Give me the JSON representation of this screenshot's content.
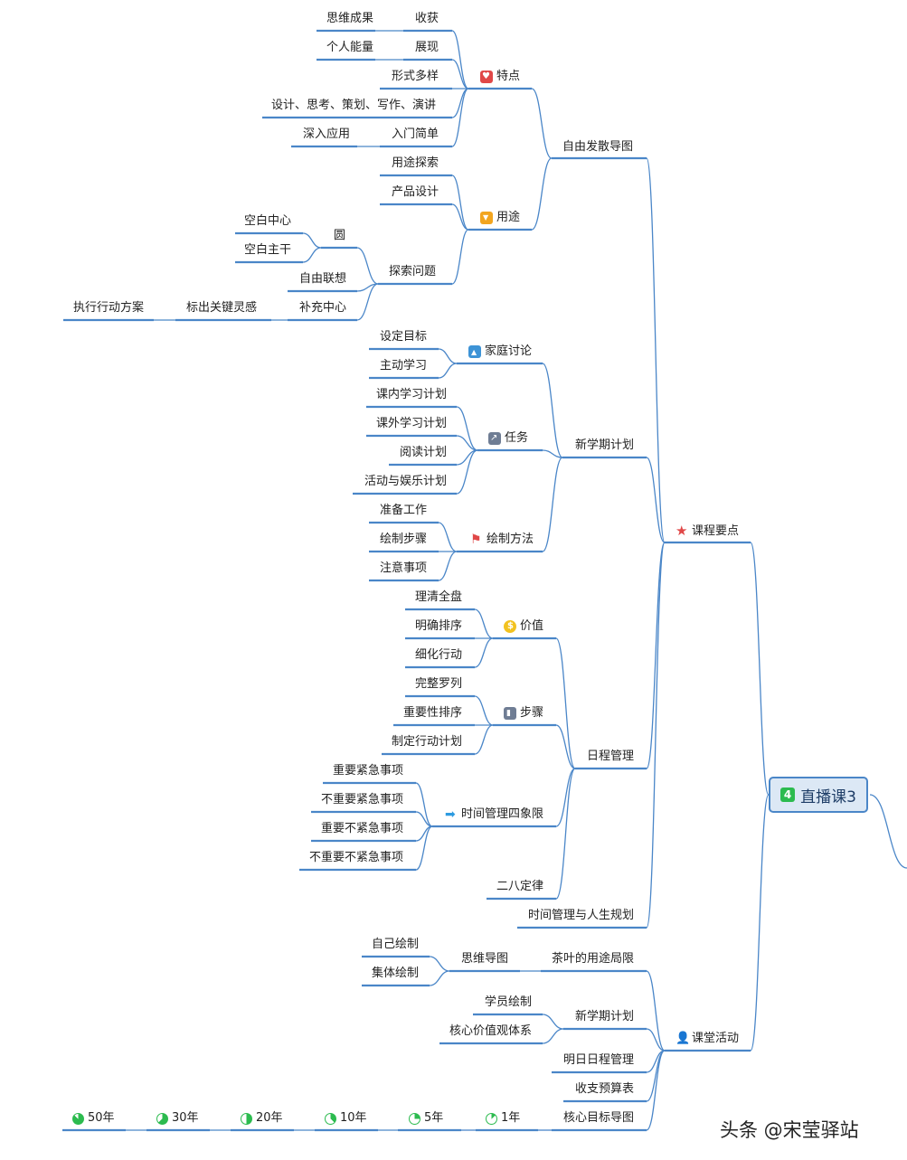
{
  "root": {
    "badge": "4",
    "label": "直播课3"
  },
  "nodes": {
    "kcyd": "课程要点",
    "ketang": "课堂活动",
    "zyfs": "自由发散导图",
    "tedian": "特点",
    "shouhuo": "收获",
    "swcg": "思维成果",
    "zhanxian": "展现",
    "grnl": "个人能量",
    "xsdy": "形式多样",
    "sjsk": "设计、思考、策划、写作、演讲",
    "rmjd": "入门简单",
    "sryy": "深入应用",
    "yongtu": "用途",
    "ytts": "用途探索",
    "cpsj": "产品设计",
    "tswt": "探索问题",
    "yuan": "圆",
    "kbzx": "空白中心",
    "kbzg": "空白主干",
    "zylx": "自由联想",
    "bczx": "补充中心",
    "bcgj": "标出关键灵感",
    "zxxd": "执行行动方案",
    "xxqjh": "新学期计划",
    "jttl": "家庭讨论",
    "sdmb": "设定目标",
    "zdxx": "主动学习",
    "renwu": "任务",
    "knxx": "课内学习计划",
    "kwxx": "课外学习计划",
    "ydjh": "阅读计划",
    "hdyl": "活动与娱乐计划",
    "hzff": "绘制方法",
    "zbgz": "准备工作",
    "hzbz": "绘制步骤",
    "zysx": "注意事项",
    "rcgl": "日程管理",
    "jiazhi": "价值",
    "lqqp": "理清全盘",
    "mqpx": "明确排序",
    "xhxd": "细化行动",
    "buzhou": "步骤",
    "wzll": "完整罗列",
    "zyxpx": "重要性排序",
    "zdxdjh": "制定行动计划",
    "sjglsxx": "时间管理四象限",
    "zyjj": "重要紧急事项",
    "bzyjj": "不重要紧急事项",
    "zybjj": "重要不紧急事项",
    "bzybjj": "不重要不紧急事项",
    "edlj": "二八定律",
    "sjglrs": "时间管理与人生规划",
    "cydytj": "茶叶的用途局限",
    "swdt": "思维导图",
    "zjhz": "自己绘制",
    "jthz": "集体绘制",
    "xxqjh2": "新学期计划",
    "xyhz": "学员绘制",
    "hxjz": "核心价值观体系",
    "mrrc": "明日日程管理",
    "szys": "收支预算表",
    "hxmb": "核心目标导图",
    "y1": "1年",
    "y5": "5年",
    "y10": "10年",
    "y20": "20年",
    "y30": "30年",
    "y50": "50年"
  },
  "icons": {
    "tedian": "heart-icon",
    "yongtu": "cart-icon",
    "jttl": "people-icon",
    "renwu": "chart-icon",
    "hzff": "flag-icon",
    "jiazhi": "dollar-icon",
    "buzhou": "bar-chart-icon",
    "sjglsxx": "arrow-right-icon",
    "kcyd": "star-icon",
    "ketang": "person-icon"
  },
  "progress": {
    "y1": 0.125,
    "y5": 0.25,
    "y10": 0.375,
    "y20": 0.5,
    "y30": 0.625,
    "y50": 0.875
  },
  "colors": {
    "line": "#4a86c8",
    "root_fill": "#dce8f5",
    "pie": "#2cbb4f"
  },
  "watermark": "头条 @宋莹驿站"
}
